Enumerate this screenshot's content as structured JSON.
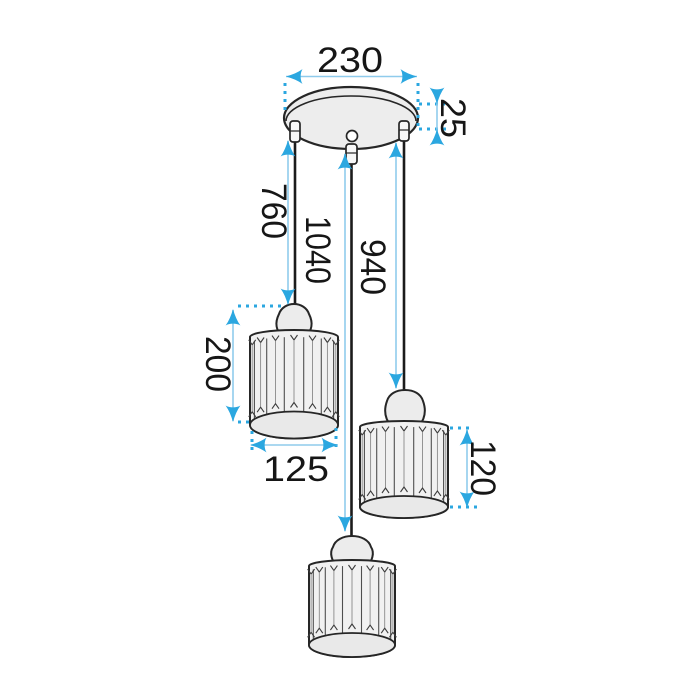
{
  "dimensions": {
    "canopy_diameter": "230",
    "canopy_height": "25",
    "cable_drop_left": "760",
    "cable_drop_center": "1040",
    "cable_drop_right": "940",
    "left_shade_total_height": "200",
    "shade_diameter": "125",
    "right_shade_height": "120"
  },
  "colors": {
    "dimension_accent": "#2BA7E0",
    "dimension_guide": "#8FCBEC",
    "fixture_outline": "#262626",
    "fixture_fill": "#EDEDED"
  }
}
